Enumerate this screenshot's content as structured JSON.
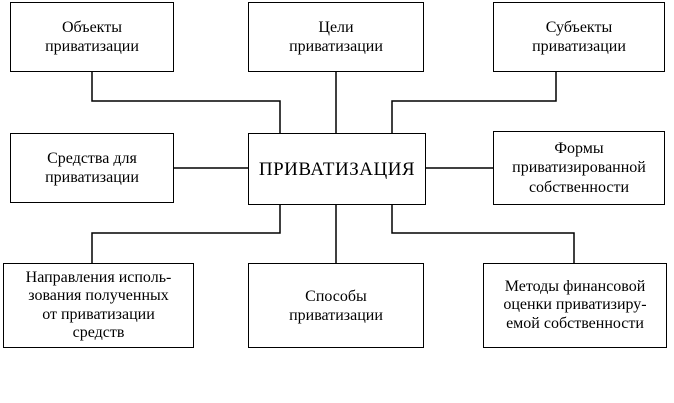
{
  "diagram": {
    "center": "ПРИВАТИЗАЦИЯ",
    "objects": "Объекты\nприватизации",
    "goals": "Цели\nприватизации",
    "subjects": "Субъекты\nприватизации",
    "means": "Средства для\nприватизации",
    "forms": "Формы\nприватизированной\nсобственности",
    "directions": "Направления исполь-\nзования полученных\nот приватизации\nсредств",
    "methods": "Способы\nприватизации",
    "valuation": "Методы финансовой\nоценки приватизиру-\nемой собственности"
  }
}
